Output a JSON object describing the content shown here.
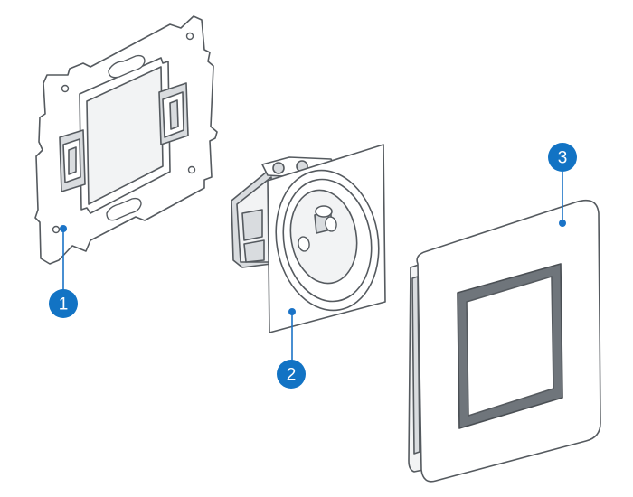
{
  "diagram": {
    "accent_color": "#1273c4",
    "callouts": [
      {
        "label": "1",
        "part": "mounting-frame"
      },
      {
        "label": "2",
        "part": "socket-mechanism"
      },
      {
        "label": "3",
        "part": "cover-plate"
      }
    ]
  }
}
